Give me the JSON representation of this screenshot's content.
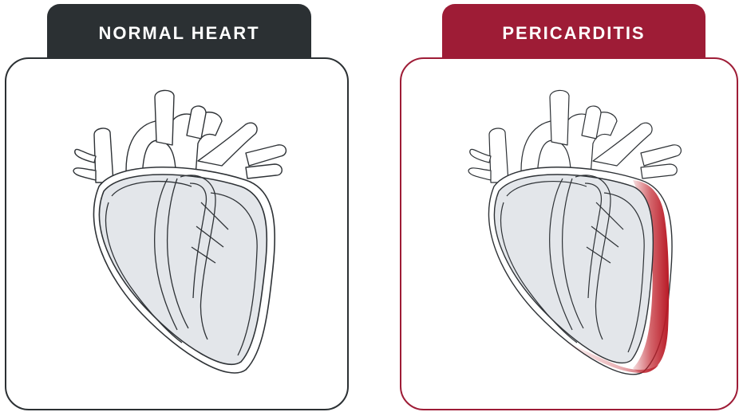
{
  "panels": {
    "normal": {
      "title": "NORMAL HEART",
      "color": "#2b3033",
      "image": "normal-heart-illustration"
    },
    "pericarditis": {
      "title": "PERICARDITIS",
      "color": "#9e1c36",
      "inflammation_color": "#c0202a",
      "image": "inflamed-pericardium-heart-illustration"
    }
  },
  "colors": {
    "heart_fill": "#e3e6ea",
    "outline": "#2e3236"
  }
}
